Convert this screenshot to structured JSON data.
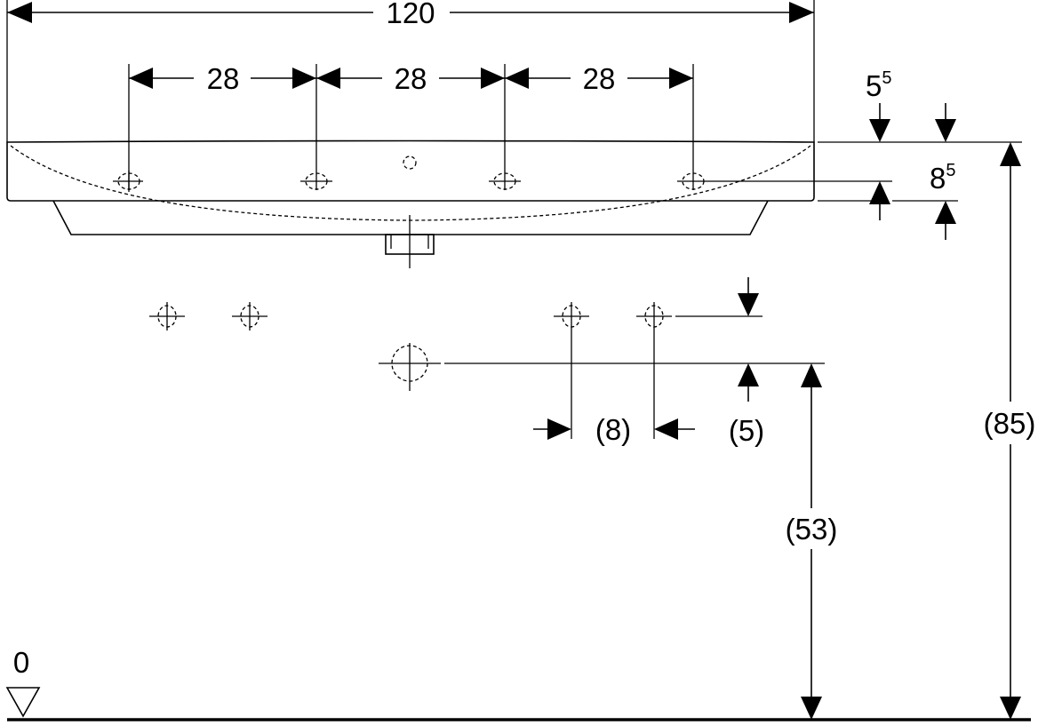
{
  "dimensions": {
    "overall_width": "120",
    "spacing_1": "28",
    "spacing_2": "28",
    "spacing_3": "28",
    "rim_thickness_base": "5",
    "rim_thickness_sup": "5",
    "fixing_height_base": "8",
    "fixing_height_sup": "5",
    "offset_horizontal": "(8)",
    "offset_vertical": "(5)",
    "drain_height": "(53)",
    "rim_height": "(85)",
    "floor_level": "0"
  }
}
